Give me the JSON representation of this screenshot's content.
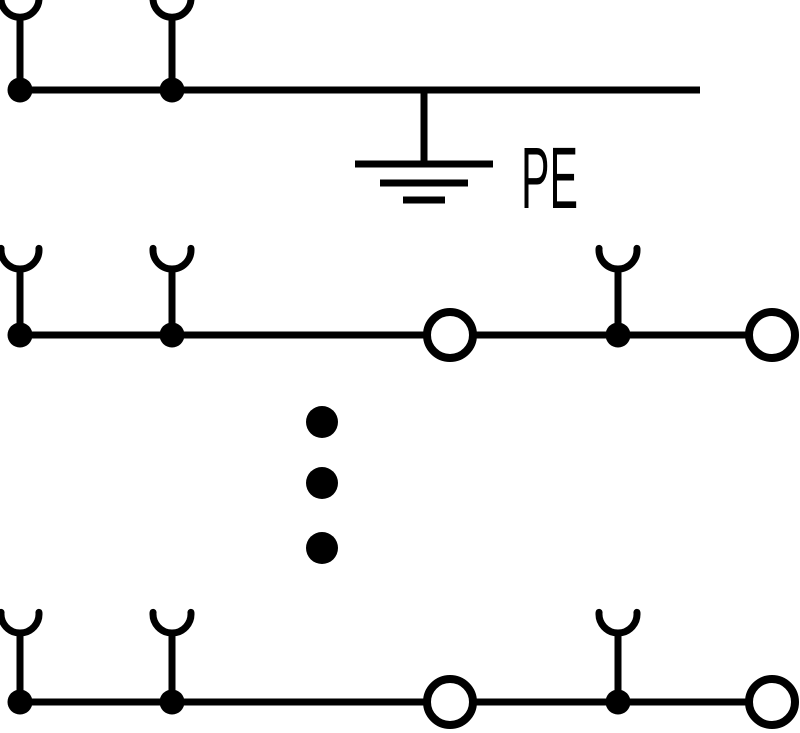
{
  "labels": {
    "pe": "PE"
  },
  "colors": {
    "line": "#000000",
    "background": "#ffffff"
  },
  "diagram": {
    "type": "single-line electrical bus schematic",
    "rows": [
      {
        "name": "pe-earth-bus",
        "label": "PE",
        "symbols": [
          "socket-terminal",
          "socket-terminal",
          "earth-ground-symbol"
        ]
      },
      {
        "name": "bus-row-first",
        "symbols": [
          "socket-terminal",
          "socket-terminal",
          "circle-node",
          "socket-terminal",
          "circle-node"
        ]
      },
      {
        "name": "vertical-ellipsis",
        "symbols": [
          "dot",
          "dot",
          "dot"
        ]
      },
      {
        "name": "bus-row-last",
        "symbols": [
          "socket-terminal",
          "socket-terminal",
          "circle-node",
          "socket-terminal",
          "circle-node"
        ]
      }
    ]
  }
}
